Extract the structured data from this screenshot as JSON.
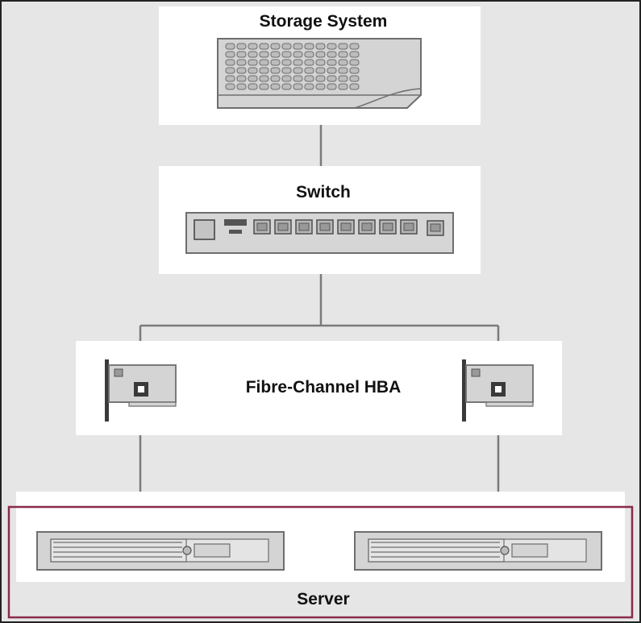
{
  "labels": {
    "storage": "Storage System",
    "switch": "Switch",
    "hba": "Fibre-Channel HBA",
    "server": "Server"
  },
  "colors": {
    "background": "#e6e6e6",
    "panel": "#ffffff",
    "wire": "#7a7a7a",
    "server_border": "#8a2a4a",
    "device_fill": "#d6d6d6",
    "device_stroke": "#6e6e6e"
  },
  "icons": [
    "storage-array-icon",
    "network-switch-icon",
    "hba-card-icon",
    "rack-server-icon"
  ]
}
